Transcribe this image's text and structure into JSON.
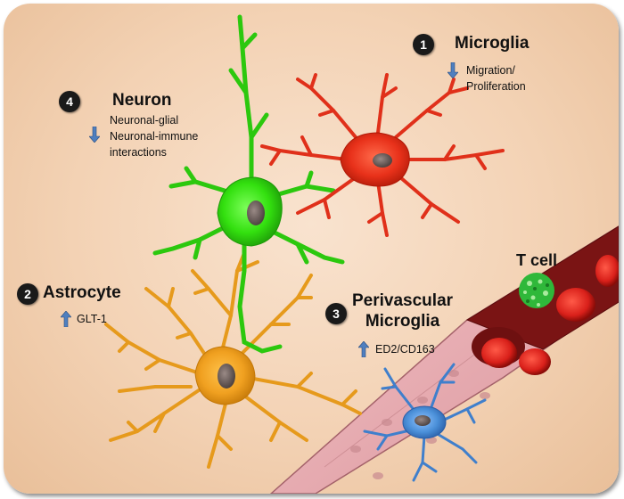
{
  "microglia": {
    "number": "1",
    "title": "Microglia",
    "direction": "down",
    "notes": [
      "Migration/",
      "Proliferation"
    ]
  },
  "astrocyte": {
    "number": "2",
    "title": "Astrocyte",
    "direction": "up",
    "notes": [
      "GLT-1"
    ]
  },
  "perivascular": {
    "number": "3",
    "title_lines": [
      "Perivascular",
      "Microglia"
    ],
    "direction": "up",
    "notes": [
      "ED2/CD163"
    ]
  },
  "neuron": {
    "number": "4",
    "title": "Neuron",
    "direction": "down",
    "notes": [
      "Neuronal-glial",
      "Neuronal-immune",
      "interactions"
    ]
  },
  "tcell": {
    "label": "T cell"
  },
  "colors": {
    "background": "#f3d2b4",
    "microglia": "#e8311a",
    "neuron": "#33e00f",
    "astrocyte": "#f0a020",
    "perivascular_microglia": "#4a8fd8",
    "vessel": "#e9aab0",
    "tcell": "#2fb83a",
    "arrow": "#4f7fbf"
  }
}
